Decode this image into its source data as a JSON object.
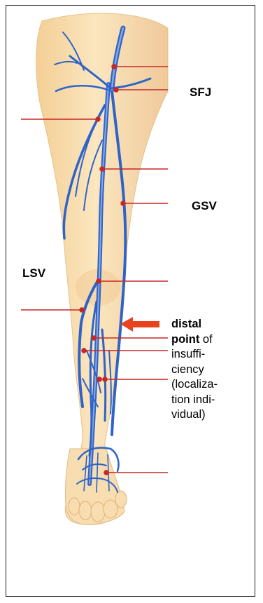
{
  "labels": {
    "sfj": "SFJ",
    "gsv": "GSV",
    "lsv": "LSV"
  },
  "annotation": {
    "bold1": "distal",
    "bold2": "point",
    "text_lines": [
      " of",
      "insuffi-",
      "ciency",
      "(localiza-",
      "tion indi-",
      "vidual)"
    ]
  },
  "colors": {
    "skin": "#f6dcaa",
    "skin_shadow": "#eac08a",
    "vein": "#2f63c8",
    "vein_light": "#86a9e6",
    "pointer": "#c62828",
    "arrow": "#e8431e"
  }
}
